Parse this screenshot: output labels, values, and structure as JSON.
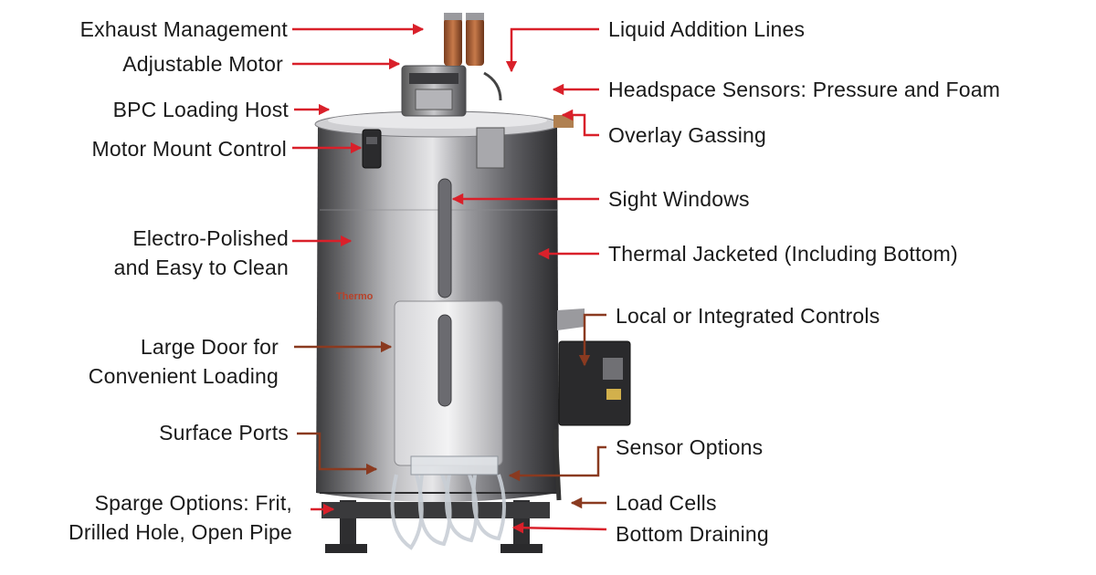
{
  "labels_left": [
    {
      "id": "exhaust",
      "lines": [
        "Exhaust Management"
      ]
    },
    {
      "id": "motor",
      "lines": [
        "Adjustable Motor"
      ]
    },
    {
      "id": "bpc",
      "lines": [
        "BPC Loading Host"
      ]
    },
    {
      "id": "mount",
      "lines": [
        "Motor Mount Control"
      ]
    },
    {
      "id": "polished",
      "lines": [
        "Electro-Polished",
        "and Easy to Clean"
      ]
    },
    {
      "id": "door",
      "lines": [
        "Large Door for",
        "Convenient Loading"
      ]
    },
    {
      "id": "ports",
      "lines": [
        "Surface Ports"
      ]
    },
    {
      "id": "sparge",
      "lines": [
        "Sparge Options: Frit,",
        "Drilled Hole, Open Pipe"
      ]
    }
  ],
  "labels_right": [
    {
      "id": "liquid",
      "lines": [
        "Liquid Addition Lines"
      ]
    },
    {
      "id": "headspace",
      "lines": [
        "Headspace Sensors: Pressure and Foam"
      ]
    },
    {
      "id": "overlay",
      "lines": [
        "Overlay Gassing"
      ]
    },
    {
      "id": "sight",
      "lines": [
        "Sight Windows"
      ]
    },
    {
      "id": "thermal",
      "lines": [
        "Thermal Jacketed (Including Bottom)"
      ]
    },
    {
      "id": "controls",
      "lines": [
        "Local or Integrated Controls"
      ]
    },
    {
      "id": "sensor",
      "lines": [
        "Sensor Options"
      ]
    },
    {
      "id": "loadcells",
      "lines": [
        "Load Cells"
      ]
    },
    {
      "id": "draining",
      "lines": [
        "Bottom Draining"
      ]
    }
  ],
  "product_brand": "Thermo",
  "colors": {
    "arrow_red": "#d9202a",
    "arrow_brown": "#8a3a20",
    "text": "#1a1a1a"
  }
}
